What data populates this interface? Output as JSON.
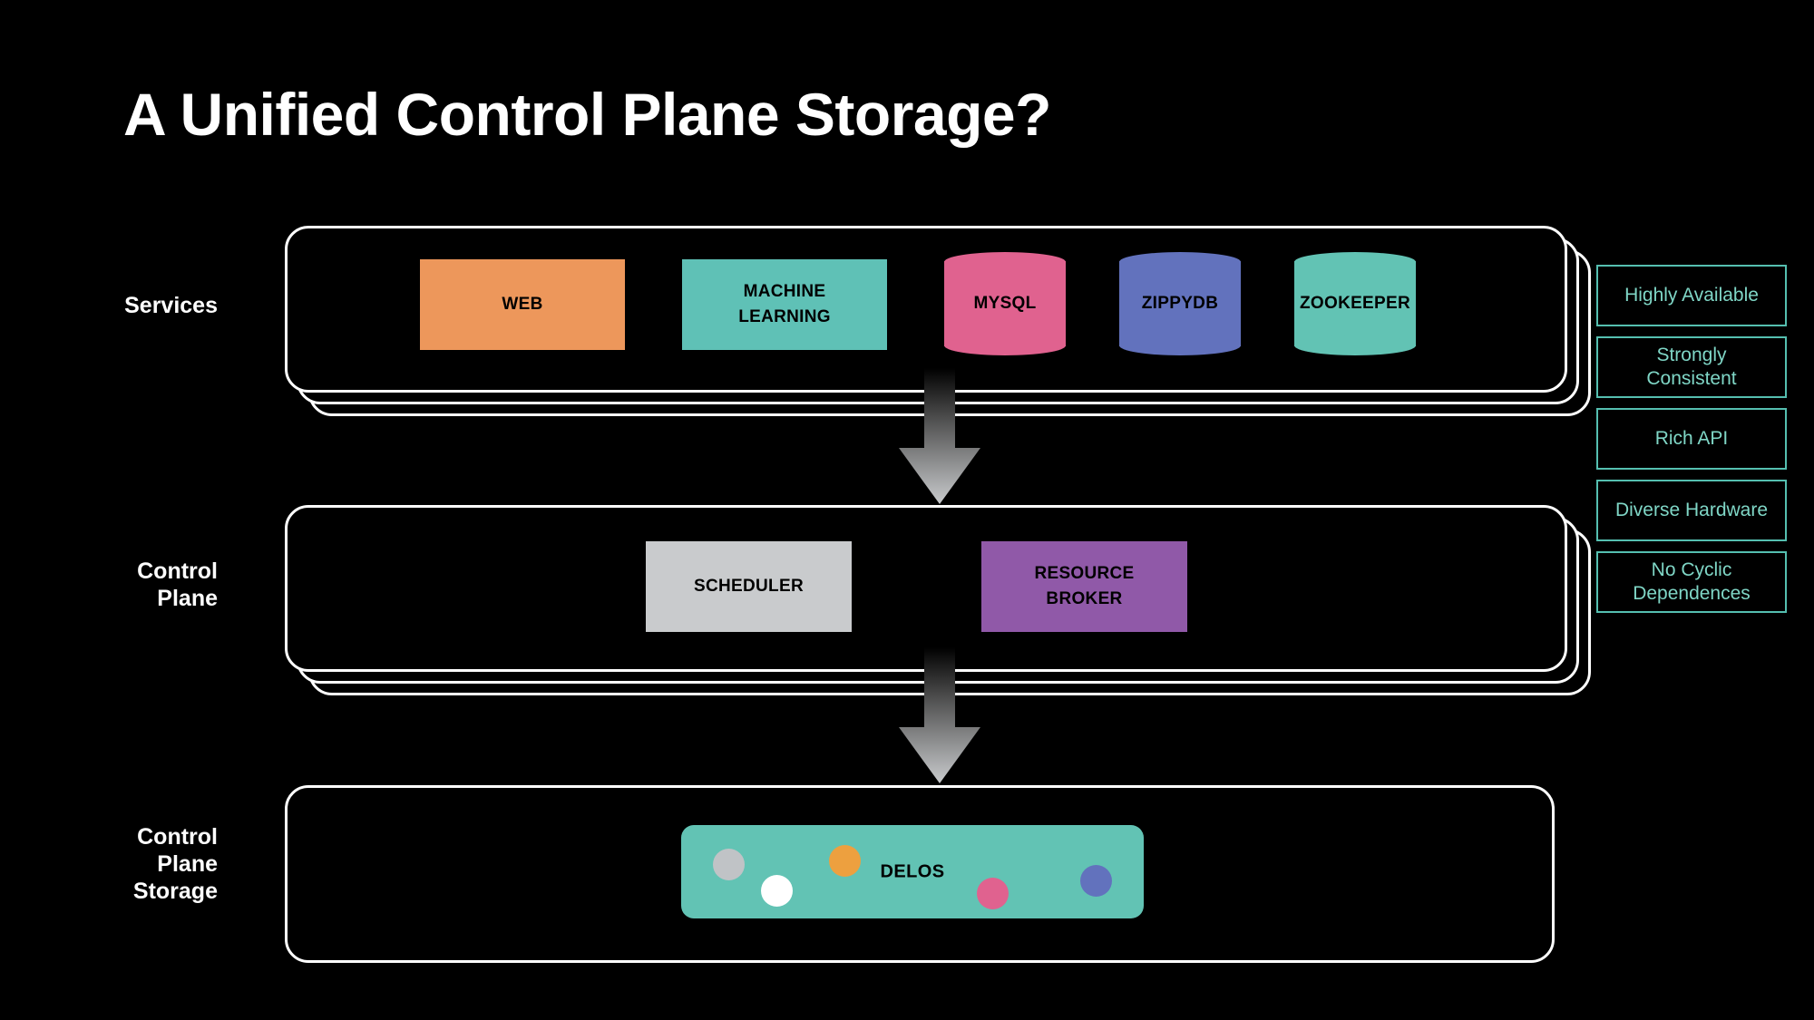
{
  "slide": {
    "title": "A Unified Control Plane Storage?",
    "background_color": "#000000",
    "text_color": "#ffffff"
  },
  "rows": [
    {
      "id": "services",
      "label": "Services",
      "layers": 3
    },
    {
      "id": "cplane",
      "label": "Control\nPlane",
      "layers": 3
    },
    {
      "id": "cpstorage",
      "label": "Control\nPlane\nStorage",
      "layers": 1
    }
  ],
  "row_labels": {
    "services": "Services",
    "control_plane_line1": "Control",
    "control_plane_line2": "Plane",
    "control_plane_storage_line1": "Control",
    "control_plane_storage_line2": "Plane",
    "control_plane_storage_line3": "Storage"
  },
  "services_nodes": [
    {
      "id": "web",
      "label": "WEB",
      "shape": "rect",
      "color": "#ed975b"
    },
    {
      "id": "machine-learning",
      "label": "MACHINE\nLEARNING",
      "label_line1": "MACHINE",
      "label_line2": "LEARNING",
      "shape": "rect",
      "color": "#5fc1b6"
    },
    {
      "id": "mysql",
      "label": "MYSQL",
      "shape": "cylinder",
      "color": "#e0628f"
    },
    {
      "id": "zippydb",
      "label": "ZIPPYDB",
      "shape": "cylinder",
      "color": "#6272bd"
    },
    {
      "id": "zookeeper",
      "label": "ZOOKEEPER",
      "shape": "cylinder",
      "color": "#62c3b4"
    }
  ],
  "control_plane_nodes": [
    {
      "id": "scheduler",
      "label": "SCHEDULER",
      "shape": "rect",
      "color": "#c9cbcd"
    },
    {
      "id": "resource-broker",
      "label": "RESOURCE\nBROKER",
      "label_line1": "RESOURCE",
      "label_line2": "BROKER",
      "shape": "rect",
      "color": "#9059a8"
    }
  ],
  "storage": {
    "label": "DELOS",
    "color": "#62c3b4",
    "dots": [
      {
        "id": "dot-gray",
        "color": "#c0c3c6"
      },
      {
        "id": "dot-white",
        "color": "#ffffff"
      },
      {
        "id": "dot-orange",
        "color": "#eda03f"
      },
      {
        "id": "dot-pink",
        "color": "#e0628f"
      },
      {
        "id": "dot-blue",
        "color": "#6272bd"
      }
    ]
  },
  "requirements": {
    "accent_color": "#55bfb0",
    "items": [
      {
        "id": "highly-available",
        "label": "Highly Available"
      },
      {
        "id": "strongly-consistent",
        "label": "Strongly\nConsistent",
        "line1": "Strongly",
        "line2": "Consistent"
      },
      {
        "id": "rich-api",
        "label": "Rich API"
      },
      {
        "id": "diverse-hardware",
        "label": "Diverse Hardware"
      },
      {
        "id": "no-cyclic-dependences",
        "label": "No Cyclic\nDependences",
        "line1": "No Cyclic",
        "line2": "Dependences"
      }
    ]
  },
  "arrows": [
    {
      "id": "arrow-services-to-control-plane",
      "direction": "down",
      "gradient_from": "#000000",
      "gradient_to": "#c9cbcd"
    },
    {
      "id": "arrow-control-plane-to-storage",
      "direction": "down",
      "gradient_from": "#000000",
      "gradient_to": "#c9cbcd"
    }
  ]
}
